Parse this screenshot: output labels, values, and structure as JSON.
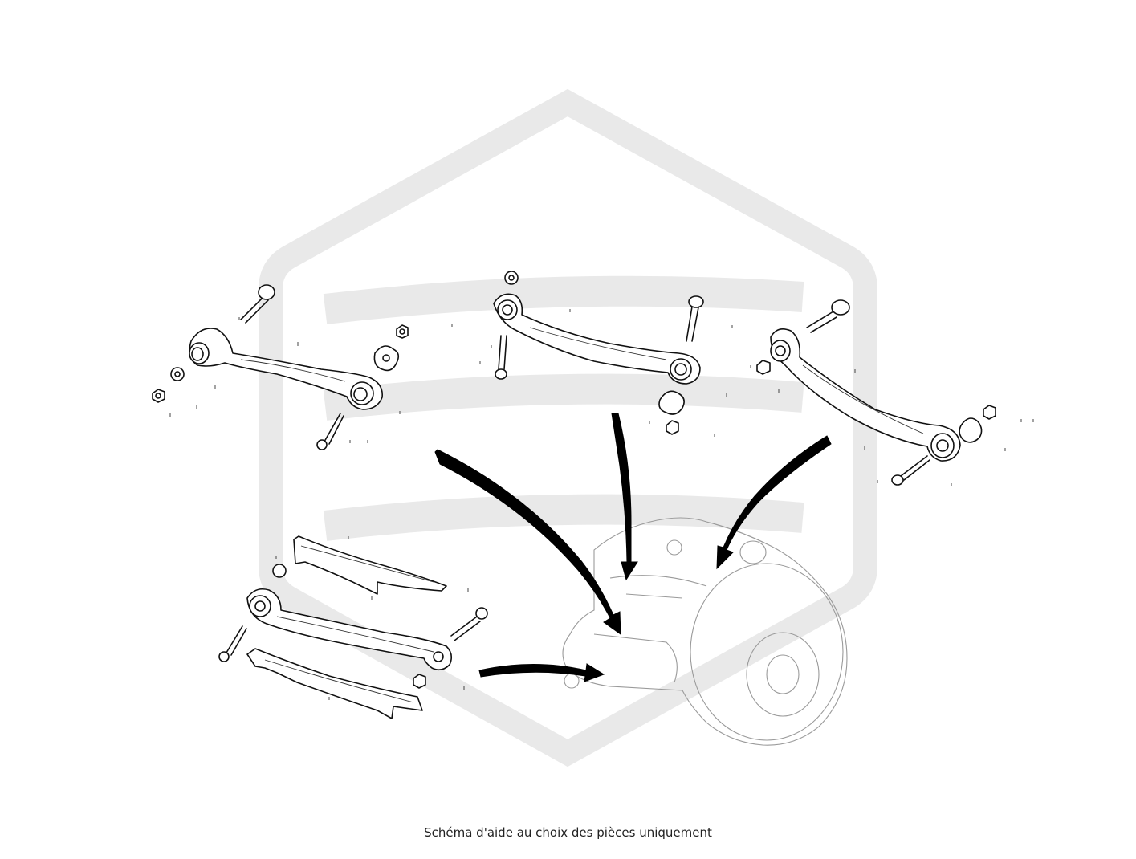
{
  "caption": "Schéma d'aide au choix des pièces uniquement",
  "colors": {
    "background": "#ffffff",
    "line": "#111111",
    "watermark": "#e9e9e9",
    "arrow": "#000000"
  },
  "parts": [
    {
      "id": "upper-rear-arm",
      "kind": "control-arm"
    },
    {
      "id": "upper-middle-arm",
      "kind": "control-arm"
    },
    {
      "id": "upper-right-arm",
      "kind": "control-arm"
    },
    {
      "id": "lower-arm",
      "kind": "control-arm-with-covers"
    },
    {
      "id": "knuckle-hub",
      "kind": "wheel-carrier"
    }
  ],
  "icons": [
    "bolt-icon",
    "nut-icon",
    "washer-icon",
    "eccentric-washer-icon",
    "arrow-icon"
  ]
}
